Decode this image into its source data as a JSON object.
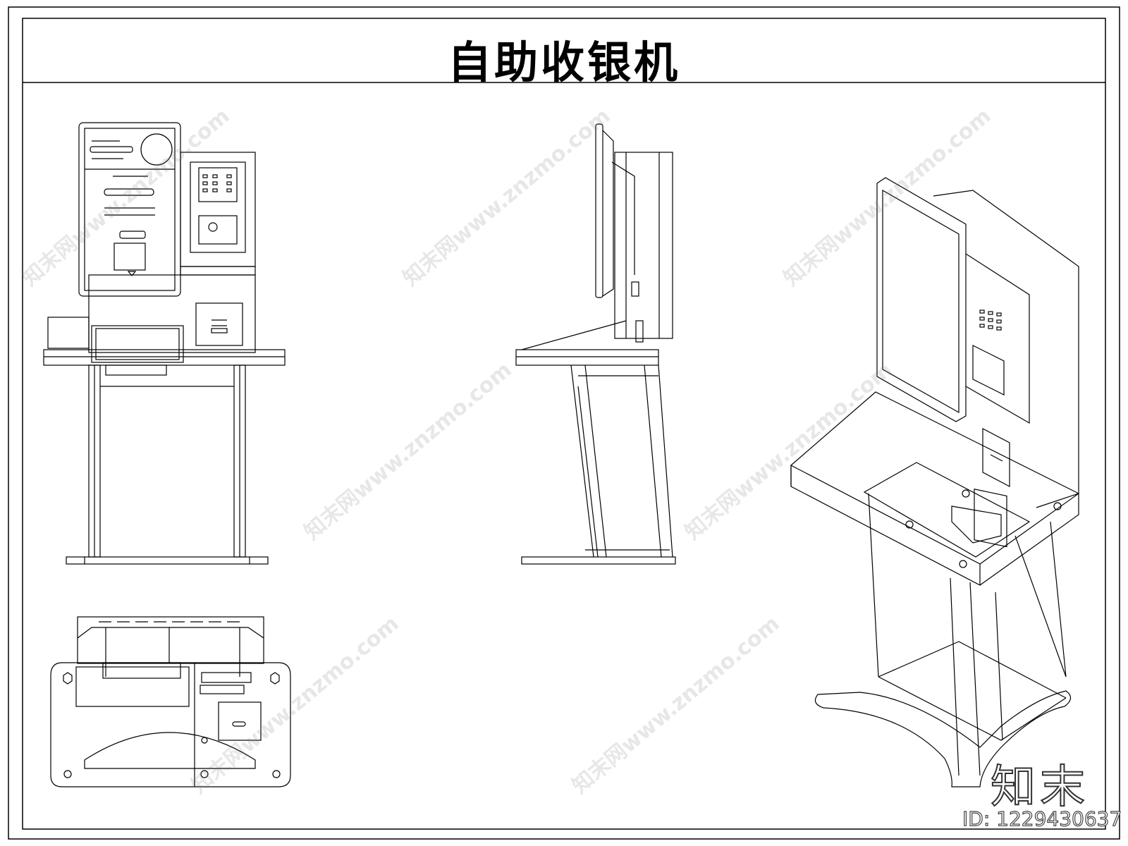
{
  "title": "自助收银机",
  "brand": "知末",
  "image_id": "ID: 1229430637",
  "watermark": "知末网www.znzmo.com"
}
